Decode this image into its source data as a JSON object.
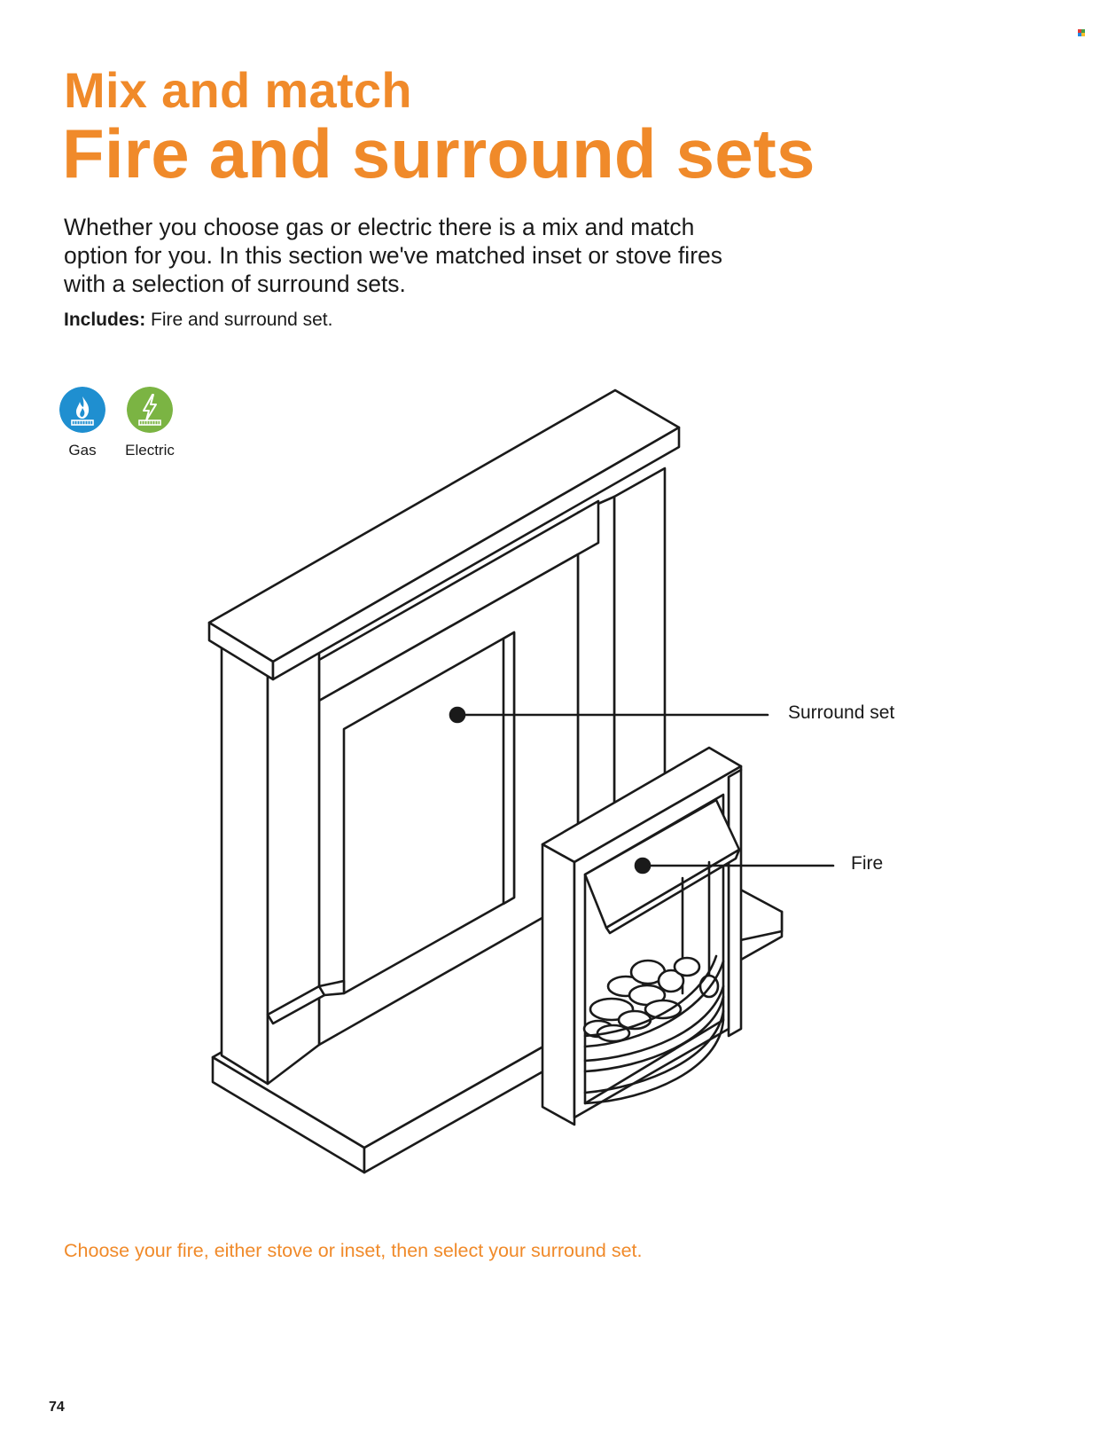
{
  "colors": {
    "accent": "#f08a2a",
    "gas": "#1f8fd0",
    "electric": "#7bb443",
    "line": "#1a1a1a",
    "brand_dots": [
      "#e53935",
      "#43a047",
      "#1e88e5",
      "#fbc02d"
    ]
  },
  "header": {
    "kicker": "Mix and match",
    "title": "Fire and surround sets"
  },
  "intro": {
    "text": "Whether you choose gas or electric there is a mix and match option for you. In this section we've matched inset or stove fires with a selection of surround sets.",
    "includes_label": "Includes:",
    "includes_value": "Fire and surround set."
  },
  "fuel_types": [
    {
      "label": "Gas",
      "icon": "flame-icon"
    },
    {
      "label": "Electric",
      "icon": "lightning-bolt-icon"
    }
  ],
  "diagram": {
    "callouts": [
      {
        "label": "Surround set"
      },
      {
        "label": "Fire"
      }
    ]
  },
  "cta": "Choose your fire, either stove or inset, then select your surround set.",
  "page_number": "74"
}
